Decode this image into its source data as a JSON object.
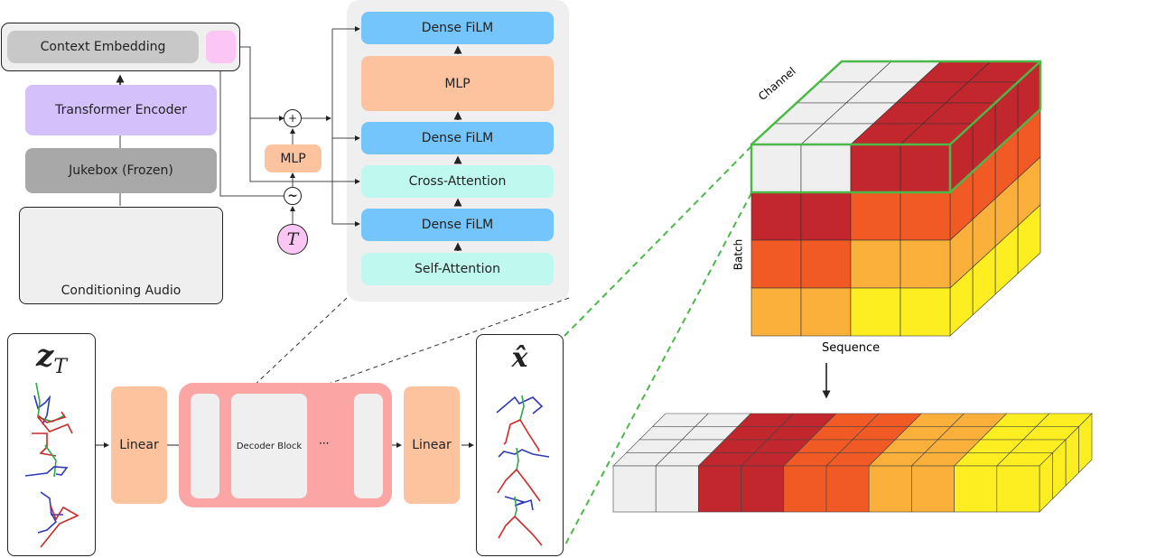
{
  "encoder": {
    "context_embedding": "Context Embedding",
    "transformer_encoder": "Transformer Encoder",
    "jukebox": "Jukebox (Frozen)",
    "conditioning_audio": "Conditioning Audio"
  },
  "timestep": {
    "mlp": "MLP",
    "plus": "+",
    "sinusoid": "~",
    "t_symbol": "T"
  },
  "decoder_block_detail": {
    "layers": [
      "Dense FiLM",
      "MLP",
      "Dense FiLM",
      "Cross-Attention",
      "Dense FiLM",
      "Self-Attention"
    ]
  },
  "pipeline": {
    "input_label": "z",
    "input_subscript": "T",
    "linear_in": "Linear",
    "decoder_block": "Decoder Block",
    "ellipsis": "···",
    "linear_out": "Linear",
    "output_label": "x̂"
  },
  "tensor": {
    "channel_label": "Channel",
    "batch_label": "Batch",
    "sequence_label": "Sequence",
    "colors": {
      "white": "#efefef",
      "red": "#c1272d",
      "orange": "#f15a24",
      "light_orange": "#fbb03b",
      "yellow": "#fcee21",
      "highlight": "#4cb848"
    }
  },
  "colors": {
    "blue": "#74c5fb",
    "peach": "#fdc39f",
    "cyan": "#bff8ef",
    "lavender": "#d4c0fb",
    "gray": "#c8c8c8",
    "dark_gray": "#a8a8a8",
    "pink": "#fbc6f4",
    "salmon": "#fca5a5",
    "panel": "#efefef"
  }
}
